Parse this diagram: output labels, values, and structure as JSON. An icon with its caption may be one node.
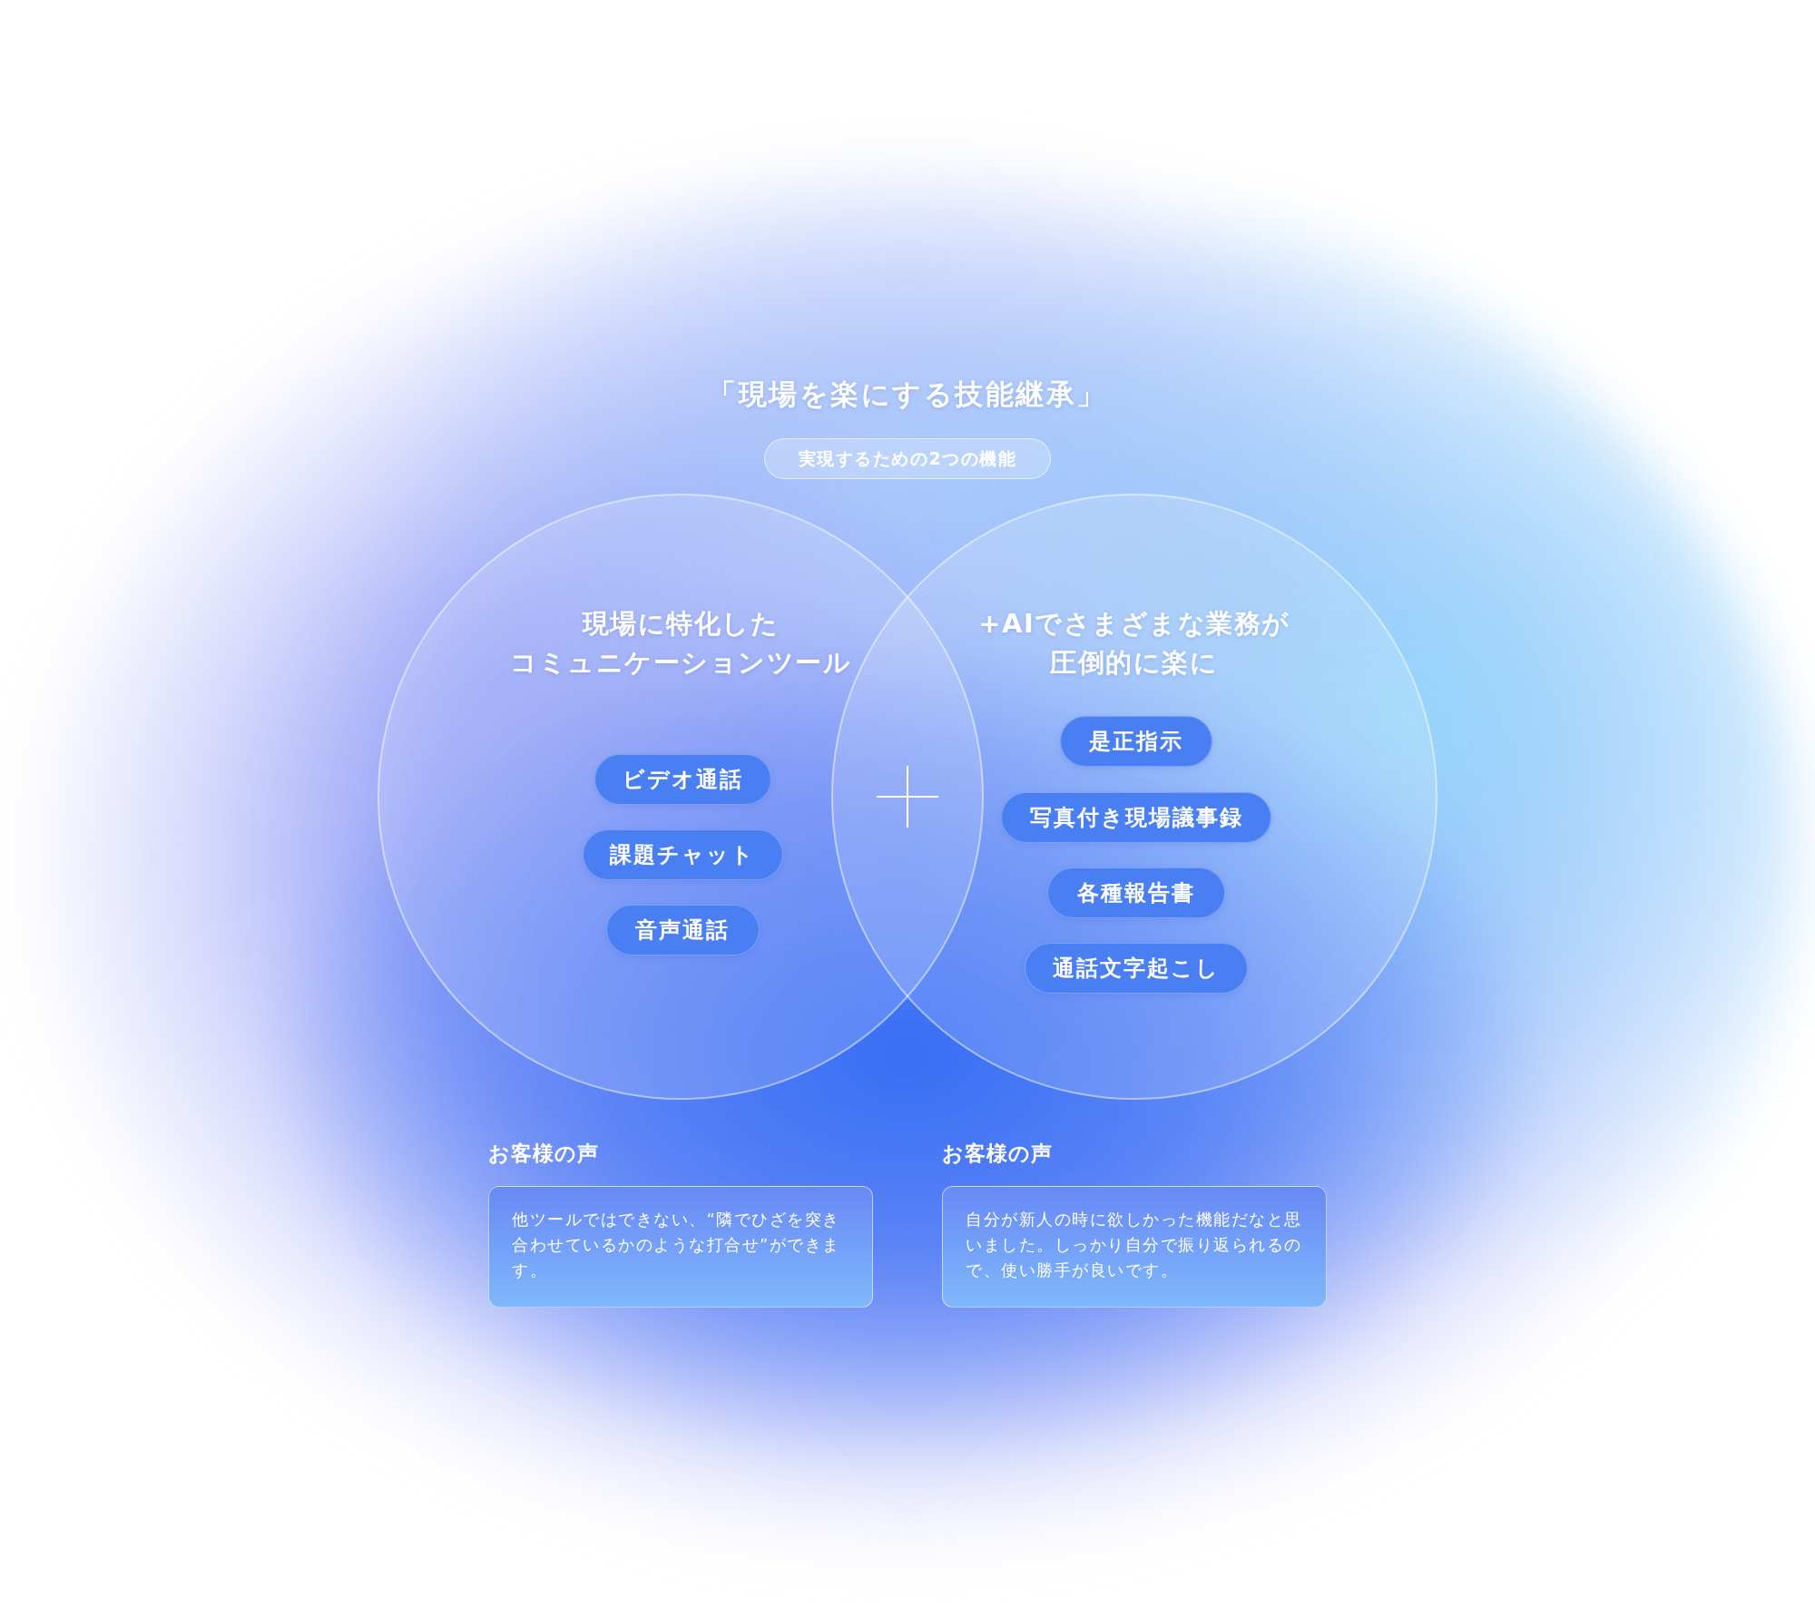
{
  "diagram": {
    "title": "「現場を楽にする技能継承」",
    "nodes": [
      {
        "text": [
          "実現するための2つの機能"
        ]
      },
      {
        "text": [
          "現場に特化したコミュニケーションツール"
        ]
      },
      {
        "text": [
          "ビデオ通話"
        ],
        "in": 1
      },
      {
        "text": [
          "課題チャット"
        ],
        "in": 1
      },
      {
        "text": [
          "音声通話"
        ],
        "in": 1
      },
      {
        "text": [
          "+AIでさまざまな業務が圧倒的に楽に"
        ]
      },
      {
        "text": [
          "是正指示"
        ],
        "in": 5
      },
      {
        "text": [
          "写真付き現場議事録"
        ],
        "in": 5
      },
      {
        "text": [
          "各種報告書"
        ],
        "in": 5
      },
      {
        "text": [
          "通話文字起こし"
        ],
        "in": 5
      },
      {
        "text": [
          "お客様の声",
          "他ツールではできない、“隣でひざを突き合わせているかのような打合せ”ができます。"
        ]
      },
      {
        "text": [
          "お客様の声",
          "自分が新人の時に欲しかった機能だなと思いました。しっかり自分で振り返られるので、使い勝手が良いです。"
        ]
      }
    ]
  }
}
